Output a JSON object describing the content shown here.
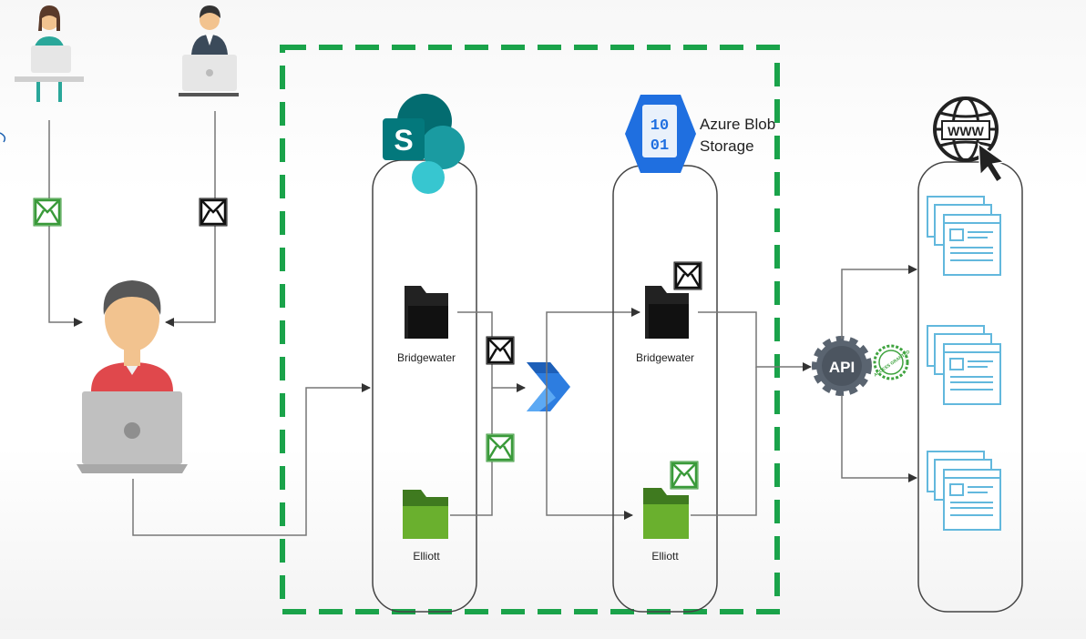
{
  "diagram": {
    "sharepoint": {
      "icon_letter": "S",
      "folder_1": "Bridgewater",
      "folder_2": "Elliott"
    },
    "azure_blob": {
      "icon_bits_top": "10",
      "icon_bits_bottom": "01",
      "label_line_1": "Azure Blob",
      "label_line_2": "Storage",
      "folder_1": "Bridgewater",
      "folder_2": "Elliott"
    },
    "api": {
      "label": "API",
      "badge_text": "ACCESS GRANTED"
    },
    "web": {
      "globe_text": "WWW"
    },
    "colors": {
      "dashed_border": "#1aa34a",
      "sharepoint_teal": "#036c70",
      "azure_blue": "#1f6fe0",
      "mail_green": "#3a9a3a",
      "folder_green": "#5a9a2a",
      "web_blue": "#62b8dd"
    }
  }
}
